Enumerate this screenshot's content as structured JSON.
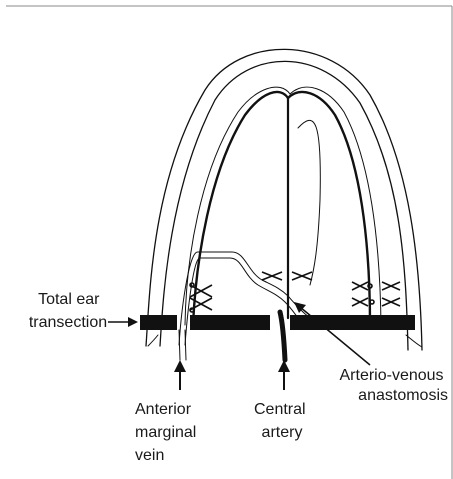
{
  "labels": {
    "total_ear_transection": [
      "Total ear",
      "transection"
    ],
    "anterior_marginal_vein": [
      "Anterior",
      "marginal",
      "vein"
    ],
    "central_artery": [
      "Central",
      "artery"
    ],
    "arterio_venous_anastomosis": [
      "Arterio-venous",
      "anastomosis"
    ]
  }
}
